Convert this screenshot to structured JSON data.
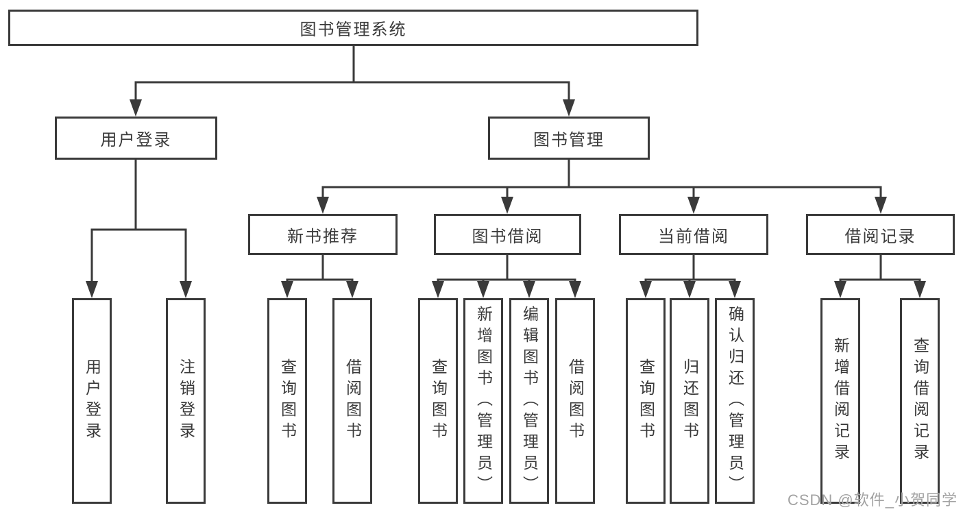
{
  "palette": {
    "line_color": "#3a3a3a",
    "text_color": "#3a3a3a",
    "box_fill": "#ffffff",
    "watermark_color": "#a2a2a2"
  },
  "diagram": {
    "root": {
      "label": "图书管理系统"
    },
    "login_branch": {
      "label": "用户登录",
      "children": {
        "user_login": {
          "label": "用户登录"
        },
        "logout": {
          "label": "注销登录"
        }
      }
    },
    "management_branch": {
      "label": "图书管理",
      "sections": {
        "new_book_recommend": {
          "label": "新书推荐",
          "children": {
            "query_books": {
              "label": "查询图书"
            },
            "borrow_books": {
              "label": "借阅图书"
            }
          }
        },
        "book_borrowing": {
          "label": "图书借阅",
          "children": {
            "query_books": {
              "label": "查询图书"
            },
            "add_books_admin": {
              "label": "新增图书（管理员）"
            },
            "edit_books_admin": {
              "label": "编辑图书（管理员）"
            },
            "borrow_books": {
              "label": "借阅图书"
            }
          }
        },
        "current_borrowing": {
          "label": "当前借阅",
          "children": {
            "query_books": {
              "label": "查询图书"
            },
            "return_books": {
              "label": "归还图书"
            },
            "confirm_return_admin": {
              "label": "确认归还（管理员）"
            }
          }
        },
        "borrowing_records": {
          "label": "借阅记录",
          "children": {
            "add_borrow_record": {
              "label": "新增借阅记录"
            },
            "query_borrow_record": {
              "label": "查询借阅记录"
            }
          }
        }
      }
    },
    "watermark": {
      "text": "CSDN @软件_小贺同学"
    }
  }
}
